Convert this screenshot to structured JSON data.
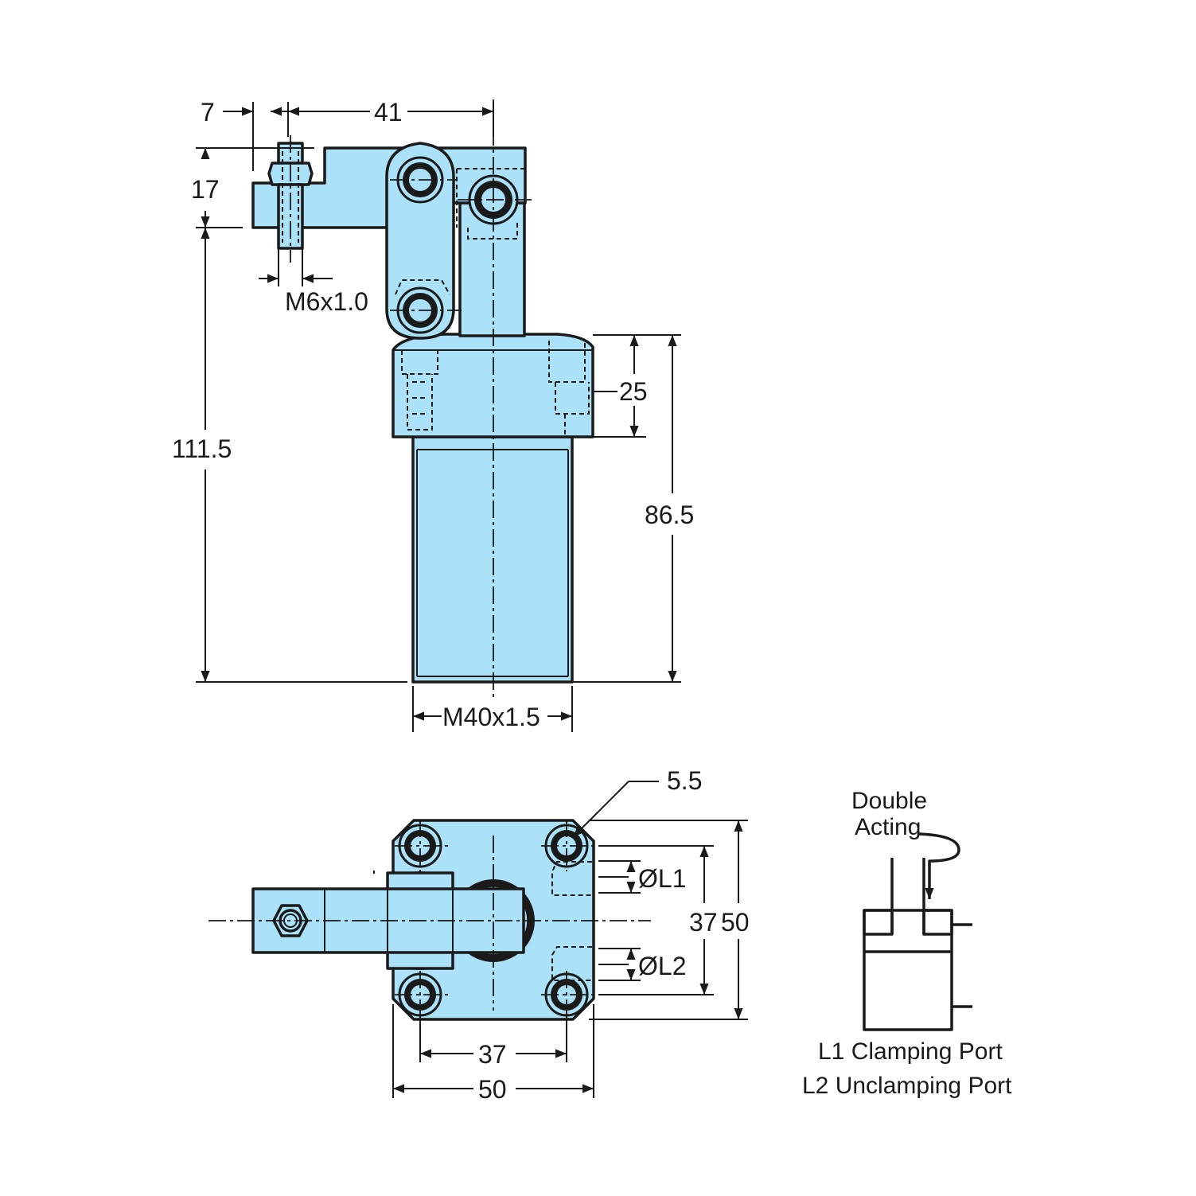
{
  "colors": {
    "part_fill": "#abe1f9",
    "line": "#1a1a1a"
  },
  "dimensions": {
    "arm_offset": "7",
    "arm_length": "41",
    "arm_height": "17",
    "overall_height": "111.5",
    "thread_top": "M6x1.0",
    "flange_height": "25",
    "body_height": "86.5",
    "body_thread": "M40x1.5",
    "hole_diameter": "5.5",
    "port_l1": "ØL1",
    "port_l2": "ØL2",
    "hole_pitch_vertical": "37",
    "flange_width_vertical": "50",
    "hole_pitch_horizontal": "37",
    "flange_width_horizontal": "50"
  },
  "schematic": {
    "title_line1": "Double",
    "title_line2": "Acting",
    "legend_l1": "L1 Clamping Port",
    "legend_l2": "L2 Unclamping Port"
  }
}
